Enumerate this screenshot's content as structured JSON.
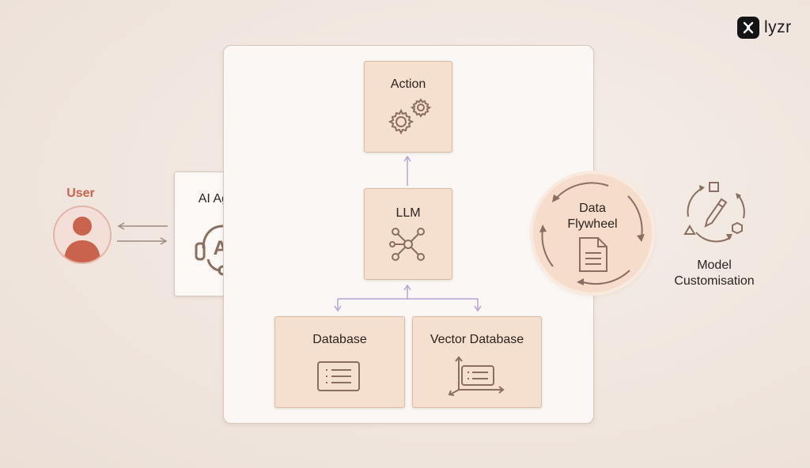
{
  "brand": {
    "name": "lyzr"
  },
  "user": {
    "label": "User"
  },
  "agent": {
    "label": "AI Agent",
    "icon_text": "AI"
  },
  "nodes": {
    "action": "Action",
    "llm": "LLM",
    "database": "Database",
    "vector_database": "Vector Database"
  },
  "flywheel": {
    "line1": "Data",
    "line2": "Flywheel"
  },
  "model": {
    "line1": "Model",
    "line2": "Customisation"
  },
  "colors": {
    "box_fill": "#f5dfcf",
    "box_border": "#d9bca6",
    "icon_stroke": "#8a6e60",
    "arrow_lilac": "#b7a3d6",
    "user_accent": "#c9634d"
  }
}
